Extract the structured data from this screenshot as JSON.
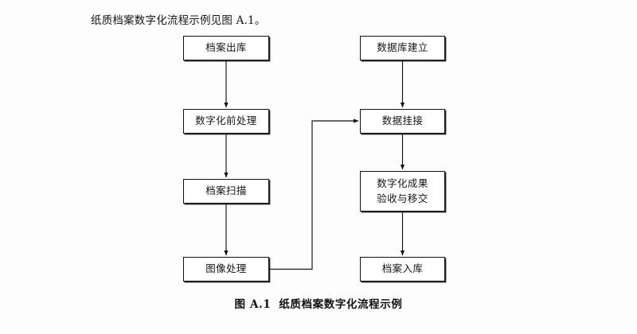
{
  "page": {
    "intro_text": "纸质档案数字化流程示例见图 A.1。",
    "background_color": "#fdfdfd",
    "line_color": "#111111",
    "text_color": "#141414"
  },
  "diagram": {
    "title": "纸质档案数字化流程示例",
    "nodes": {
      "archive_out": {
        "label": "档案出库"
      },
      "pre_digitize": {
        "label": "数字化前处理"
      },
      "archive_scan": {
        "label": "档案扫描"
      },
      "image_process": {
        "label": "图像处理"
      },
      "db_build": {
        "label": "数据库建立"
      },
      "data_link": {
        "label": "数据挂接"
      },
      "accept_transfer": {
        "label_line1": "数字化成果",
        "label_line2": "验收与移交"
      },
      "archive_in": {
        "label": "档案入库"
      }
    },
    "edges": [
      {
        "from": "archive_out",
        "to": "pre_digitize",
        "style": "straight-down"
      },
      {
        "from": "pre_digitize",
        "to": "archive_scan",
        "style": "straight-down"
      },
      {
        "from": "archive_scan",
        "to": "image_process",
        "style": "straight-down"
      },
      {
        "from": "image_process",
        "to": "data_link",
        "style": "right-up-right"
      },
      {
        "from": "db_build",
        "to": "data_link",
        "style": "straight-down"
      },
      {
        "from": "data_link",
        "to": "accept_transfer",
        "style": "straight-down"
      },
      {
        "from": "accept_transfer",
        "to": "archive_in",
        "style": "straight-down"
      }
    ]
  },
  "caption": {
    "label": "图 A.1",
    "text": "纸质档案数字化流程示例"
  }
}
